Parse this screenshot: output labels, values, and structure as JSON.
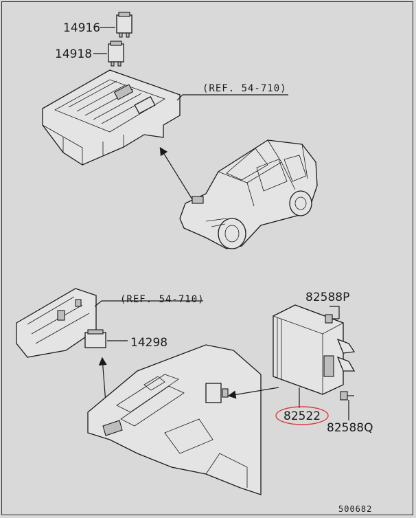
{
  "callouts": {
    "part_14916": "14916",
    "part_14918": "14918",
    "ref_top": "(REF. 54-710)",
    "ref_bottom": "(REF. 54-710)",
    "part_14298": "14298",
    "part_82588P": "82588P",
    "part_82522": "82522",
    "part_82588Q": "82588Q"
  },
  "diagram_code": "500682",
  "colors": {
    "background": "#d9d9d9",
    "highlight_ring": "#d84040",
    "line": "#1a1a1a"
  }
}
